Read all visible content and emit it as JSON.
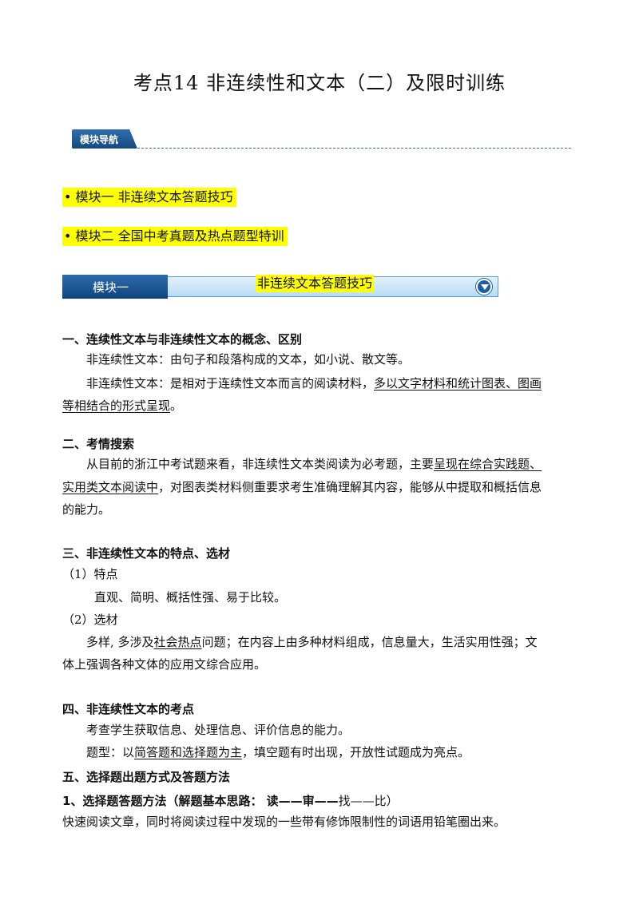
{
  "title": "考点14  非连续性和文本（二）及限时训练",
  "nav": {
    "tab_label": "模块导航",
    "items": [
      "• 模块一   非连续文本答题技巧",
      "• 模块二   全国中考真题及热点题型特训"
    ]
  },
  "module_bar": {
    "label": "模块一",
    "title": "非连续文本答题技巧"
  },
  "sections": {
    "s1": {
      "heading": "一、连续性文本与非连续性文本的概念、区别",
      "p1": "非连续性文本：由句子和段落构成的文本，如小说、散文等。",
      "p2_pre": "非连续性文本：是相对于连续性文本而言的阅读材料，",
      "p2_u1": "多以文字材料和统计图表、图画",
      "p2_u2": "等相结合的形式呈现",
      "p2_post": "。"
    },
    "s2": {
      "heading": "二、考情搜索",
      "p1_pre": "从目前的浙江中考试题来看，非连续性文本类阅读为必考题，主要",
      "p1_u1": "呈现在综合实践题、",
      "p1_u2": "实用类文本阅读中",
      "p1_post": "，对图表类材料侧重要求考生准确理解其内容，能够从中提取和概括信息",
      "p1_end": "的能力。"
    },
    "s3": {
      "heading": "三、非连续性文本的特点、选材",
      "sub1": "（1）特点",
      "sub1_text": "直观、简明、概括性强、易于比较。",
      "sub2": "（2）选材",
      "sub2_pre": "多样, 多涉及",
      "sub2_u": "社会热点",
      "sub2_post": "问题；在内容上由多种材料组成，信息量大，生活实用性强；文",
      "sub2_end": "体上强调各种文体的应用文综合应用。"
    },
    "s4": {
      "heading": "四、非连续性文本的考点",
      "p1": "考查学生获取信息、处理信息、评价信息的能力。",
      "p2_pre": "题型：以",
      "p2_u": "简答题和选择题为主",
      "p2_post": "，填空题有时出现，开放性试题成为亮点。"
    },
    "s5": {
      "heading": "五、选择题出题方式及答题方法",
      "sub_heading_bold": "1、选择题答题方法（解题基本思路：  读——审——",
      "sub_heading_normal": "找——比）",
      "p1": "快速阅读文章，同时将阅读过程中发现的一些带有修饰限制性的词语用铅笔圈出来。"
    }
  }
}
